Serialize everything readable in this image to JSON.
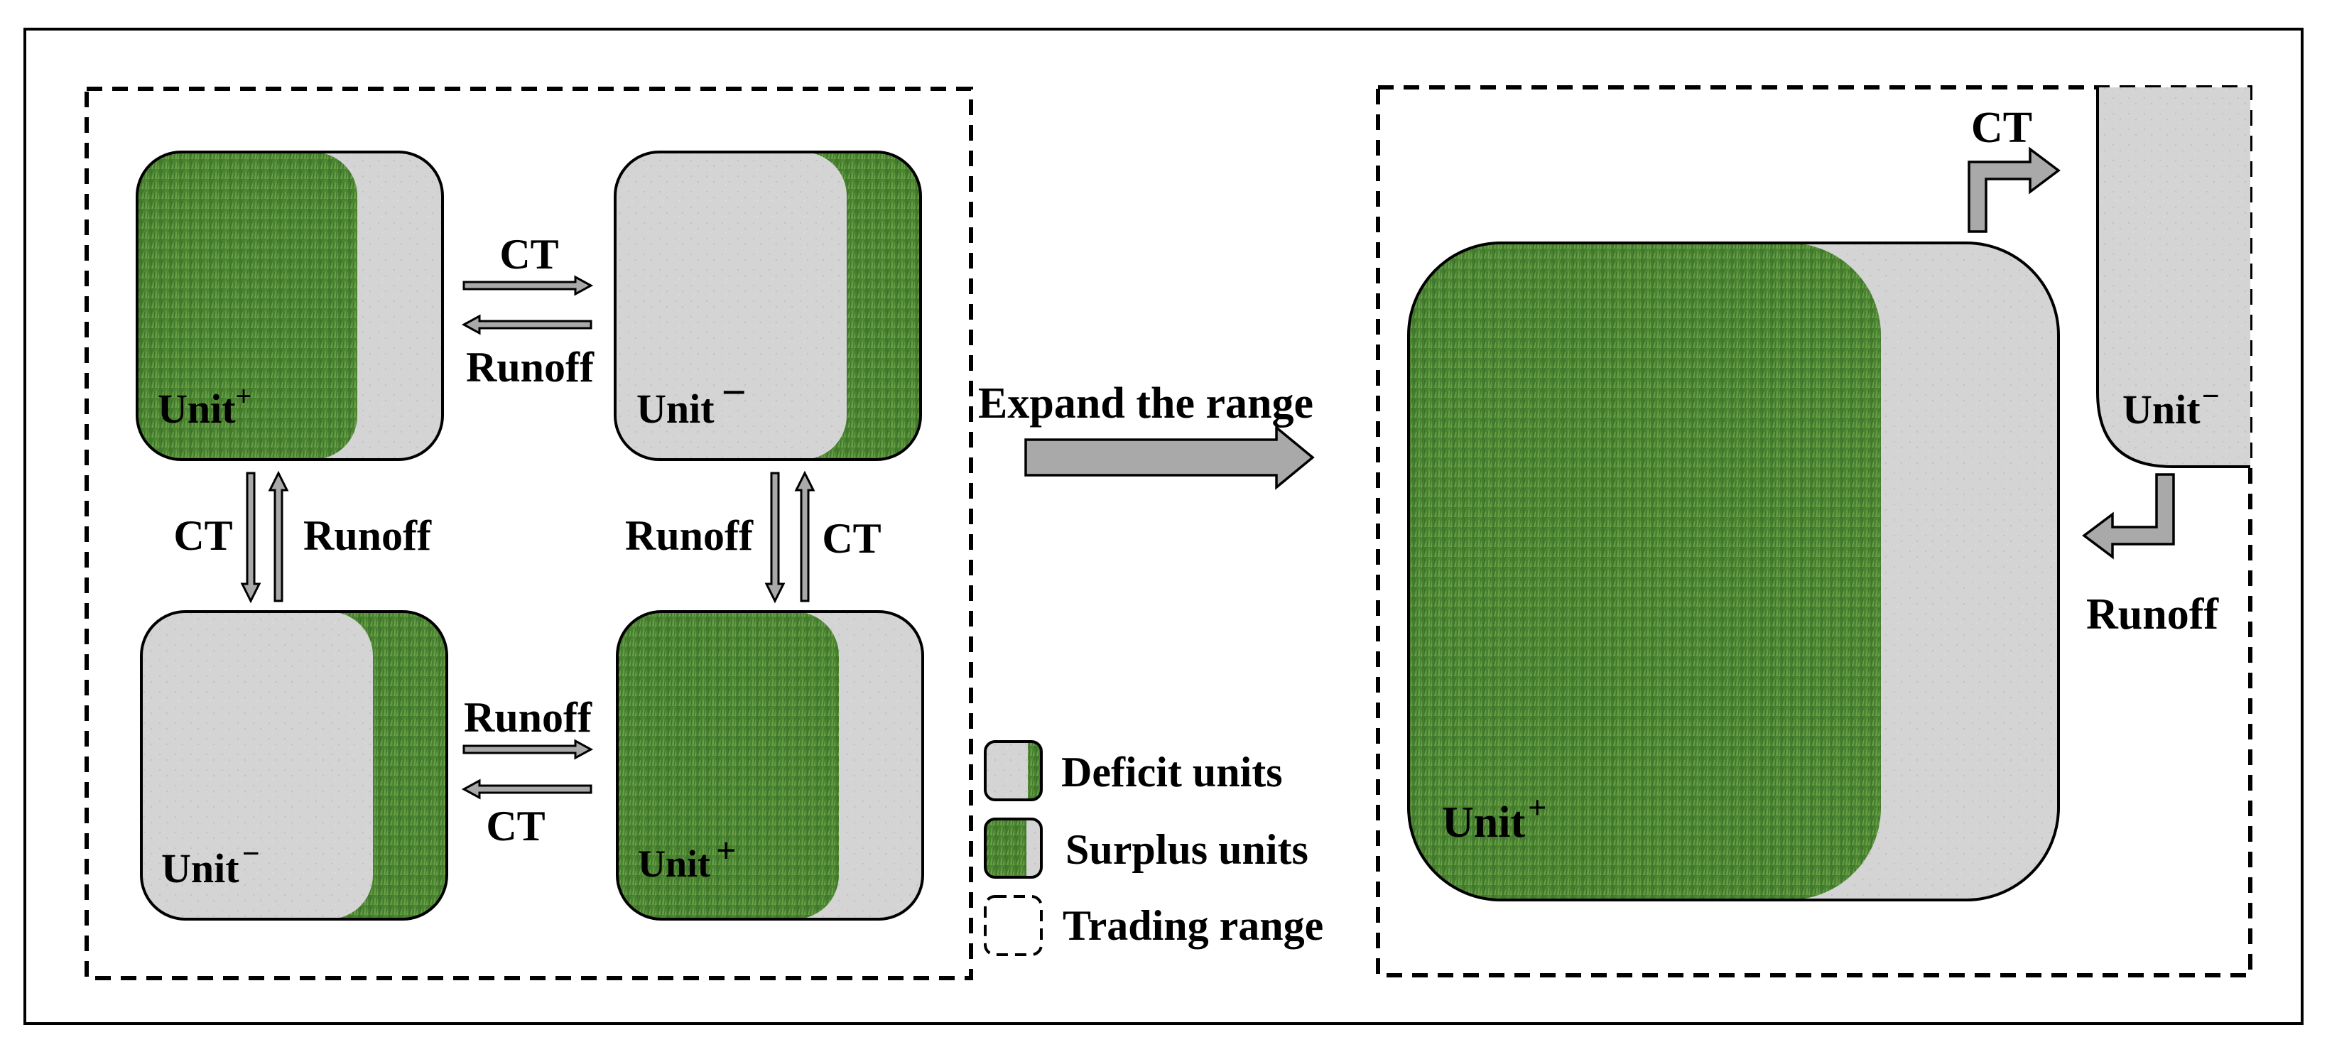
{
  "units": {
    "left_top_left": "Unit",
    "left_top_left_sup": "+",
    "left_top_right": "Unit",
    "left_top_right_sup": "−",
    "left_bottom_left": "Unit",
    "left_bottom_left_sup": "−",
    "left_bottom_right": "Unit",
    "left_bottom_right_sup": "+",
    "right_big": "Unit",
    "right_big_sup": "+",
    "right_corner": "Unit",
    "right_corner_sup": "−"
  },
  "flows": {
    "top_ct": "CT",
    "top_runoff": "Runoff",
    "left_ct": "CT",
    "left_runoff": "Runoff",
    "right_runoff": "Runoff",
    "right_ct": "CT",
    "bottom_runoff": "Runoff",
    "bottom_ct": "CT",
    "right_panel_ct": "CT",
    "right_panel_runoff": "Runoff"
  },
  "center_arrow_label": "Expand the range",
  "legend": {
    "deficit": "Deficit units",
    "surplus": "Surplus units",
    "trading": "Trading range"
  },
  "colors": {
    "grass_dark": "#3f7a2c",
    "grass_light": "#6ea24a",
    "concrete": "#d3d3d3",
    "arrow_fill": "#a9a9a9"
  }
}
